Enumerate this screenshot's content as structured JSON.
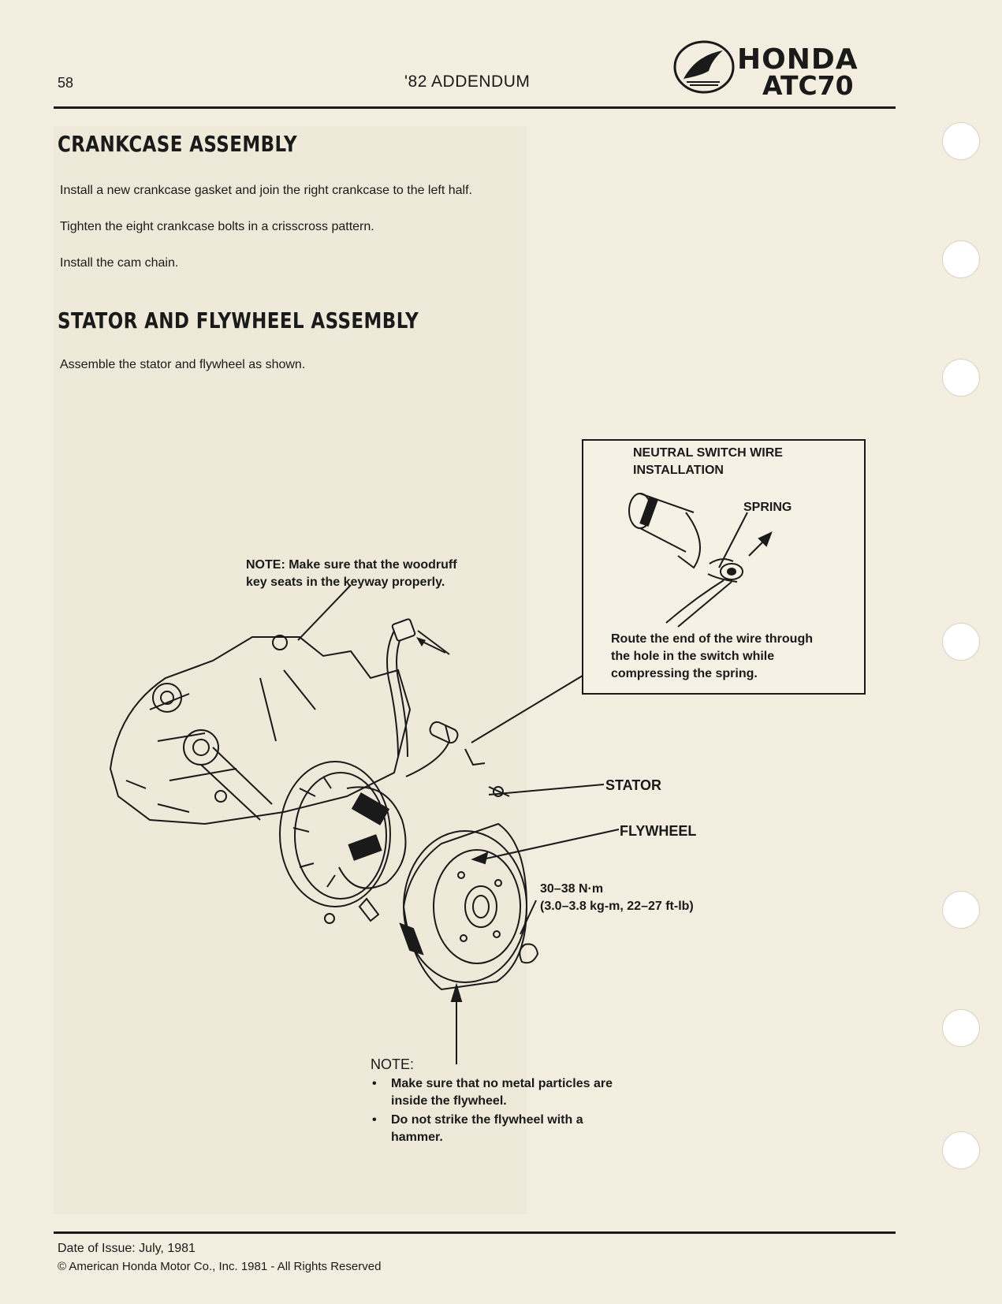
{
  "header": {
    "page_number": "58",
    "title": "'82 ADDENDUM",
    "brand": "HONDA",
    "model": "ATC70"
  },
  "sections": [
    {
      "title": "CRANKCASE ASSEMBLY",
      "paragraphs": [
        "Install a new crankcase gasket and join the right crankcase to the left half.",
        "Tighten the eight crankcase bolts in a crisscross pattern.",
        "Install the cam chain."
      ]
    },
    {
      "title": "STATOR AND FLYWHEEL ASSEMBLY",
      "paragraphs": [
        "Assemble the stator and flywheel as shown."
      ]
    }
  ],
  "figure": {
    "inset": {
      "title_line1": "NEUTRAL SWITCH WIRE",
      "title_line2": "INSTALLATION",
      "spring_label": "SPRING",
      "caption_line1": "Route the end of the wire through",
      "caption_line2": "the hole in the switch while",
      "caption_line3": "compressing the spring."
    },
    "woodruff_note_line1": "NOTE: Make sure that the woodruff",
    "woodruff_note_line2": "key seats in the keyway properly.",
    "stator_label": "STATOR",
    "flywheel_label": "FLYWHEEL",
    "torque_line1": "30–38 N·m",
    "torque_line2": "(3.0–3.8 kg-m, 22–27 ft-lb)",
    "note_heading": "NOTE:",
    "note_items": [
      "Make sure that no metal particles are inside the flywheel.",
      "Do not strike the flywheel with a hammer."
    ]
  },
  "footer": {
    "issue_date": "Date of Issue: July, 1981",
    "copyright": "© American Honda Motor Co., Inc. 1981 - All Rights Reserved"
  }
}
